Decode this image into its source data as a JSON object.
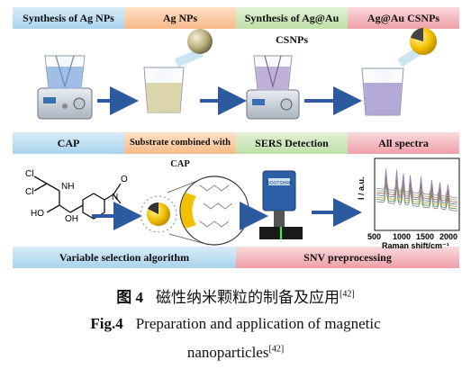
{
  "top_bars": [
    {
      "label": "Synthesis of Ag NPs"
    },
    {
      "label": "Ag NPs"
    },
    {
      "label": "Synthesis of Ag@Au CSNPs"
    },
    {
      "label": "Ag@Au CSNPs"
    }
  ],
  "middle_bars": [
    {
      "label": "CAP"
    },
    {
      "label": "Substrate combined with CAP"
    },
    {
      "label": "SERS Detection"
    },
    {
      "label": "All spectra"
    }
  ],
  "bottom_bars": [
    {
      "label": "Variable selection algorithm"
    },
    {
      "label": "SNV preprocessing"
    }
  ],
  "molecule": {
    "cl1": "Cl",
    "cl2": "Cl",
    "nh": "NH",
    "ho": "HO",
    "oh": "OH",
    "n_plus": "N",
    "o_minus": "O"
  },
  "device_text": "OOOTSHRB",
  "chart": {
    "ylabel": "I / a.u.",
    "xlabel": "Raman shift/cm⁻¹",
    "ticks": [
      "500",
      "1000",
      "1500",
      "2000"
    ]
  },
  "caption": {
    "cn_num": "图 4",
    "cn_text": "磁性纳米颗粒的制备及应用",
    "cn_ref": "[42]",
    "en_num": "Fig.4",
    "en_text_line1": "Preparation and application of magnetic",
    "en_text_line2": "nanoparticles",
    "en_ref": "[42]"
  },
  "colors": {
    "arrow": "#2b5aa0",
    "beaker_liquid_blue": "#8fb4e3",
    "beaker_liquid_yellow": "#d7cf9c",
    "beaker_liquid_purple": "#a79ad0",
    "gold": "#f2c000"
  }
}
